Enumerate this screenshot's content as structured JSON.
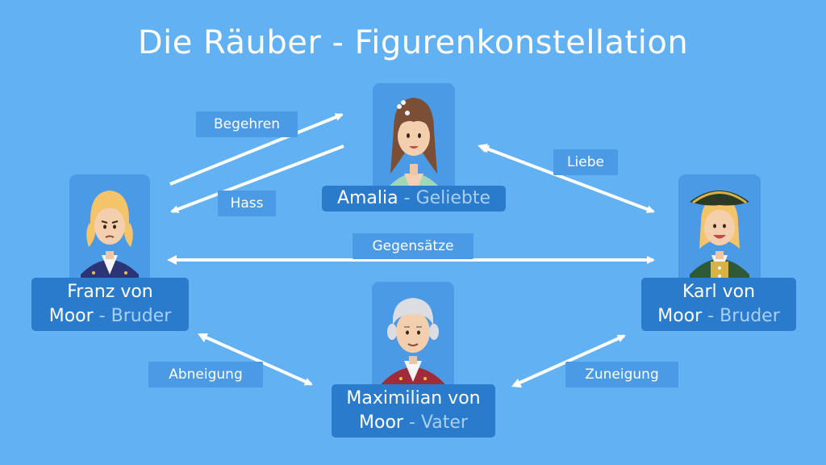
{
  "title": "Die Räuber - Figurenkonstellation",
  "characters": {
    "amalia": {
      "name": "Amalia",
      "separator": " - ",
      "role": "Geliebte"
    },
    "franz": {
      "name": "Franz von Moor",
      "name_line1": "Franz von",
      "name_line2": "Moor",
      "separator": " - ",
      "role": "Bruder"
    },
    "karl": {
      "name": "Karl von Moor",
      "name_line1": "Karl von",
      "name_line2": "Moor",
      "separator": " - ",
      "role": "Bruder"
    },
    "maximilian": {
      "name": "Maximilian von Moor",
      "name_line1": "Maximilian von",
      "name_line2": "Moor",
      "separator": " - ",
      "role": "Vater"
    }
  },
  "relations": {
    "begehren": "Begehren",
    "hass": "Hass",
    "liebe": "Liebe",
    "gegensaetze": "Gegensätze",
    "abneigung": "Abneigung",
    "zuneigung": "Zuneigung"
  },
  "colors": {
    "background": "#62b1f3",
    "card": "#4a9ae6",
    "name_box": "#2b7bcd",
    "role_text": "#a9cff5",
    "arrow": "#ffffff"
  }
}
